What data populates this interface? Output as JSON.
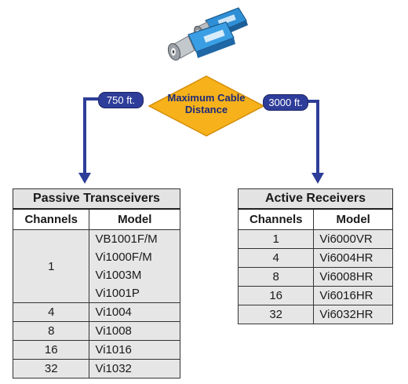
{
  "product_image": {
    "icon": "video-balun-pair-icon"
  },
  "decision": {
    "label_lines": [
      "Maximum Cable",
      "Distance"
    ],
    "color": "#f7b21b"
  },
  "branches": {
    "left": {
      "label": "750 ft."
    },
    "right": {
      "label": "3000 ft."
    },
    "line_color": "#2e3d99"
  },
  "passive": {
    "title": "Passive Transceivers",
    "headers": [
      "Channels",
      "Model"
    ],
    "rows": [
      {
        "channels": "1",
        "models": [
          "VB1001F/M",
          "Vi1000F/M",
          "Vi1003M",
          "Vi1001P"
        ]
      },
      {
        "channels": "4",
        "models": [
          "Vi1004"
        ]
      },
      {
        "channels": "8",
        "models": [
          "Vi1008"
        ]
      },
      {
        "channels": "16",
        "models": [
          "Vi1016"
        ]
      },
      {
        "channels": "32",
        "models": [
          "Vi1032"
        ]
      }
    ]
  },
  "active": {
    "title": "Active Receivers",
    "headers": [
      "Channels",
      "Model"
    ],
    "rows": [
      {
        "channels": "1",
        "models": [
          "Vi6000VR"
        ]
      },
      {
        "channels": "4",
        "models": [
          "Vi6004HR"
        ]
      },
      {
        "channels": "8",
        "models": [
          "Vi6008HR"
        ]
      },
      {
        "channels": "16",
        "models": [
          "Vi6016HR"
        ]
      },
      {
        "channels": "32",
        "models": [
          "Vi6032HR"
        ]
      }
    ]
  }
}
